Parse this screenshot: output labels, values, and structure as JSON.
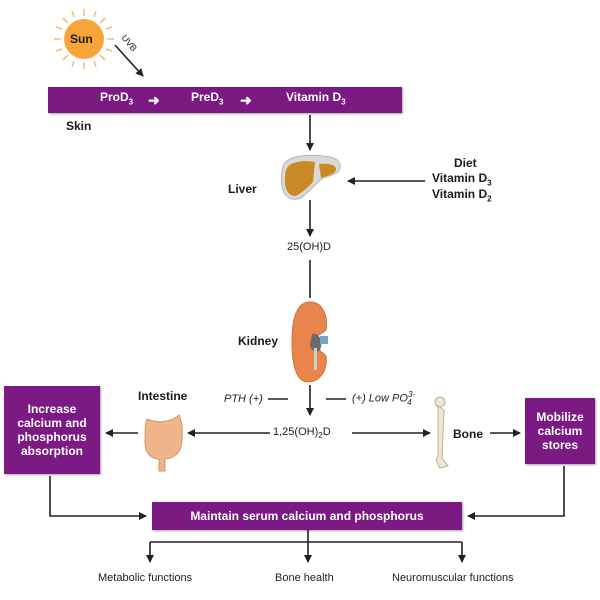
{
  "colors": {
    "box_purple": "#7a1a82",
    "sun_orange": "#f5a53a",
    "liver_tan": "#c98a26",
    "kidney_orange": "#e9854a",
    "arrow": "#222222"
  },
  "sun": {
    "label": "Sun",
    "icon": "sun-icon"
  },
  "uvb": {
    "label": "UVB"
  },
  "skin_bar": {
    "steps": [
      {
        "base": "ProD",
        "sub": "3"
      },
      {
        "base": "PreD",
        "sub": "3"
      },
      {
        "base": "Vitamin D",
        "sub": "3"
      }
    ],
    "label": "Skin"
  },
  "liver": {
    "label": "Liver",
    "icon": "liver-icon"
  },
  "diet": {
    "title": "Diet",
    "items": [
      {
        "base": "Vitamin D",
        "sub": "3"
      },
      {
        "base": "Vitamin D",
        "sub": "2"
      }
    ]
  },
  "metabolite_25": {
    "text": "25(OH)D"
  },
  "kidney": {
    "label": "Kidney",
    "icon": "kidney-icon"
  },
  "regulators": {
    "pth": "PTH (+)",
    "low_po4_prefix": "(+) Low PO",
    "low_po4_sup": "3-",
    "low_po4_sub": "4"
  },
  "metabolite_125": {
    "pre": "1,25(OH)",
    "sub": "2",
    "post": "D"
  },
  "intestine": {
    "label": "Intestine",
    "icon": "intestine-icon"
  },
  "bone": {
    "label": "Bone",
    "icon": "bone-icon"
  },
  "box_absorption": {
    "lines": [
      "Increase",
      "calcium and",
      "phosphorus",
      "absorption"
    ]
  },
  "box_mobilize": {
    "lines": [
      "Mobilize",
      "calcium",
      "stores"
    ]
  },
  "box_maintain": {
    "text": "Maintain serum calcium and phosphorus"
  },
  "outcomes": [
    "Metabolic functions",
    "Bone health",
    "Neuromuscular functions"
  ]
}
